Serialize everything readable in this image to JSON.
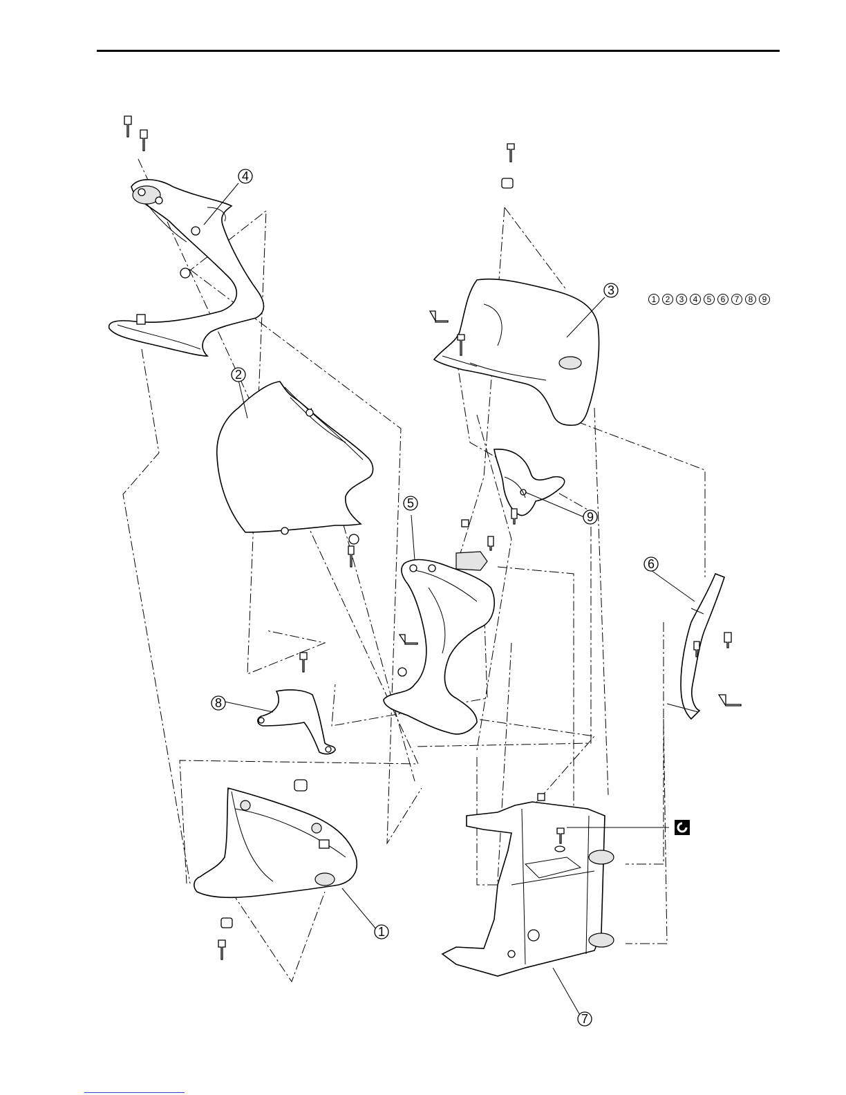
{
  "page": {
    "callouts": [
      "1",
      "2",
      "3",
      "4",
      "5",
      "6",
      "7",
      "8",
      "9"
    ],
    "legend": [
      "1",
      "2",
      "3",
      "4",
      "5",
      "6",
      "7",
      "8",
      "9"
    ]
  }
}
